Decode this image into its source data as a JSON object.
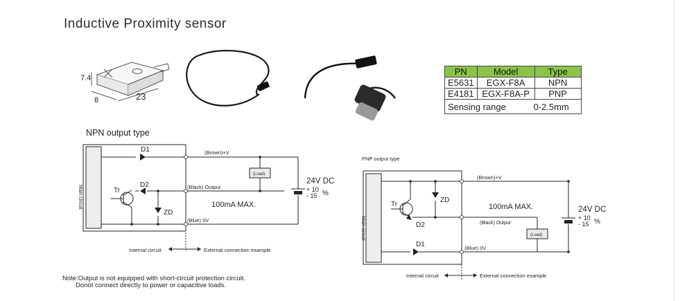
{
  "title": "Inductive Proximity sensor",
  "dimensions": {
    "height": "7.4",
    "depth": "8",
    "length": "23"
  },
  "spec_table": {
    "headers": [
      "PN",
      "Model",
      "Type"
    ],
    "rows": [
      [
        "E5631",
        "EGX-F8A",
        "NPN"
      ],
      [
        "E4181",
        "EGX-F8A-P",
        "PNP"
      ]
    ],
    "sensing_label": "Sensing range",
    "sensing_value": "0-2.5mm",
    "header_color": "#8bc34a"
  },
  "npn": {
    "title": "NPN output type",
    "main_circuit": "Main circuit",
    "d1": "D1",
    "d2": "D2",
    "tr": "Tr",
    "zd": "ZD",
    "brown": "(Brown)+V",
    "black": "(Black) Output",
    "blue": "(Blue) 0V",
    "load": "(Load)",
    "current": "100mA  MAX.",
    "voltage": "24V DC",
    "tol_plus": "+ 10",
    "tol_minus": "- 15",
    "percent": "%",
    "internal": "Internal circuit",
    "external": "External connection  example"
  },
  "pnp": {
    "title": "PNP output type",
    "main_circuit": "Main circuit",
    "d1": "D1",
    "d2": "D2",
    "tr": "Tr",
    "zd": "ZD",
    "brown": "(Brown)+V",
    "black": "(Black) Output",
    "blue": "(Blue) 0V",
    "load": "(Load)",
    "current": "100mA  MAX.",
    "voltage": "24V DC",
    "tol_plus": "+ 10",
    "tol_minus": "- 15",
    "percent": "%",
    "internal": "Internal circuit",
    "external": "External connection  example"
  },
  "note": {
    "line1": "Note:Output is not equipped with short-circuit protection circuit.",
    "line2": "Donot connect directly to power or capacitive loads."
  }
}
